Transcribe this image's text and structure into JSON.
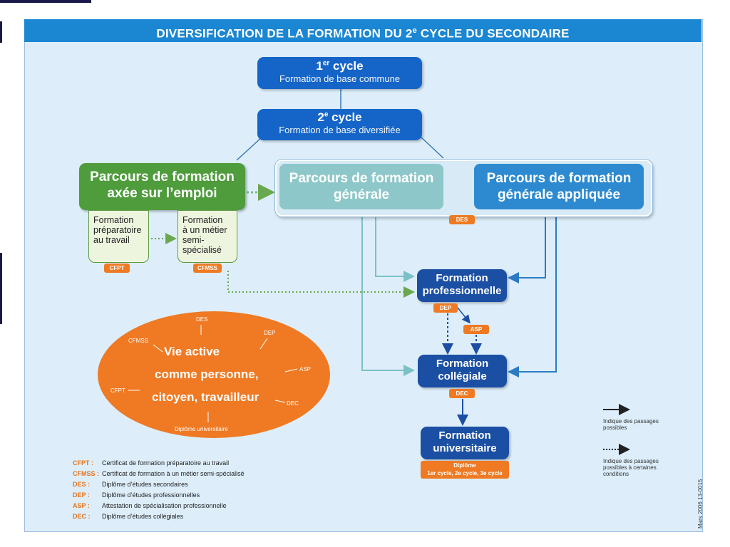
{
  "header": {
    "title_main": "DIVERSIFICATION DE LA FORMATION DU 2",
    "title_sup": "e",
    "title_rest": " CYCLE DU SECONDAIRE"
  },
  "cycle1": {
    "title": "1",
    "sup": "er",
    "title_rest": " cycle",
    "subtitle": "Formation de base commune"
  },
  "cycle2": {
    "title": "2",
    "sup": "e",
    "title_rest": " cycle",
    "subtitle": "Formation de base diversifiée"
  },
  "parcours_emploi": {
    "line1": "Parcours de formation",
    "line2": "axée sur l’emploi"
  },
  "formation_preparatoire": {
    "line1": "Formation",
    "line2": "préparatoire",
    "line3": "au travail"
  },
  "formation_metier": {
    "line1": "Formation",
    "line2": "à un métier",
    "line3": "semi-",
    "line4": "spécialisé"
  },
  "parcours_generale": {
    "line1": "Parcours de formation",
    "line2": "générale"
  },
  "parcours_appliquee": {
    "line1": "Parcours de formation",
    "line2": "générale appliquée"
  },
  "formation_pro": {
    "line1": "Formation",
    "line2": "professionnelle"
  },
  "formation_collegiale": {
    "line1": "Formation",
    "line2": "collégiale"
  },
  "formation_univ": {
    "line1": "Formation",
    "line2": "universitaire"
  },
  "tags": {
    "cfpt": "CFPT",
    "cfmss": "CFMSS",
    "des": "DES",
    "dep": "DEP",
    "asp": "ASP",
    "dec": "DEC",
    "diplome_line1": "Diplôme",
    "diplome_line2": "1er cycle, 2e cycle, 3e cycle"
  },
  "oval": {
    "line1": "Vie active",
    "line2": "comme personne,",
    "line3": "citoyen, travailleur",
    "des": "DES",
    "dep": "DEP",
    "cfmss": "CFMSS",
    "asp": "ASP",
    "cfpt": "CFPT",
    "dec": "DEC",
    "univ": "Diplôme universitaire"
  },
  "legend": [
    {
      "abbr": "CFPT :",
      "def": "Certificat de formation préparatoire au travail"
    },
    {
      "abbr": "CFMSS :",
      "def": "Certificat de formation à un métier semi-spécialisé"
    },
    {
      "abbr": "DES :",
      "def": "Diplôme d’études secondaires"
    },
    {
      "abbr": "DEP :",
      "def": "Diplôme d’études professionnelles"
    },
    {
      "abbr": "ASP :",
      "def": "Attestation de spécialisation professionnelle"
    },
    {
      "abbr": "DEC :",
      "def": "Diplôme d’études collégiales"
    }
  ],
  "side_notes": {
    "solid": "Indique des passages possibles",
    "dotted": "Indique des passages possibles à certaines conditions"
  },
  "stamp": "Mars 2006   13-0015",
  "colors": {
    "banner": "#1b86d2",
    "blue_box": "#1565c8",
    "green_box": "#4f9c3c",
    "orange": "#ef7a23",
    "light_teal": "#8ec7c9"
  }
}
